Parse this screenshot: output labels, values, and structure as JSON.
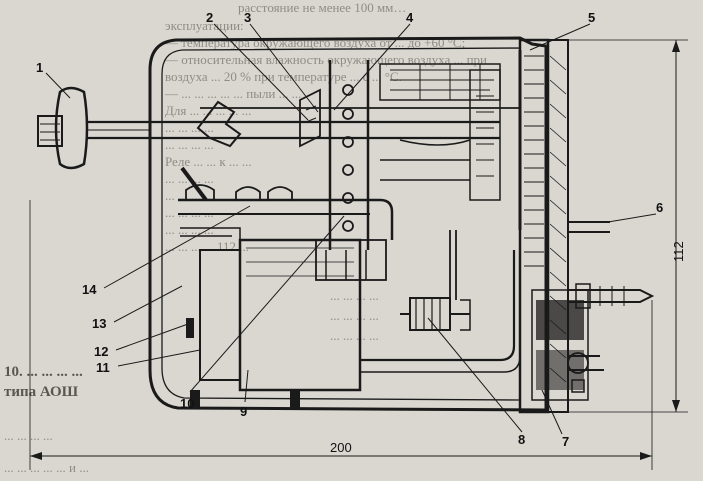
{
  "background_lines": [
    "расстояние не менее 100 мм…",
    "эксплуатации:",
    "— температура окружающего воздуха от ... до +60 °C;",
    "— относительная влажность окружающего воздуха ... при",
    "воздуха ... 20 % при температуре ... с ... °C.",
    "— ... ... ... ... ... пыли ... ...",
    "Для ... ... ... ... ...",
    "... ... ... ...",
    "... ... ... ...",
    "Реле ... ... к ... ...",
    "... ... ... ...",
    "... ... ... ...",
    "... ... ... ...",
    "... ... ... ...",
    "... ... ... ... 112 ...",
    "... ... ... ...",
    "... ... ... ...",
    "... ... ... ...",
    "10. ... ... ... ...",
    "типа АОШ",
    "... ... ... ...",
    "... ... ... ... ... и ..."
  ],
  "callouts": [
    "1",
    "2",
    "3",
    "4",
    "5",
    "6",
    "7",
    "8",
    "9",
    "10",
    "11",
    "12",
    "13",
    "14"
  ],
  "dimensions": {
    "width": "200",
    "height": "112"
  },
  "colors": {
    "paper": "#d9d7d0",
    "ink": "#1a1a1a",
    "faded_text": "#8f8c86"
  }
}
